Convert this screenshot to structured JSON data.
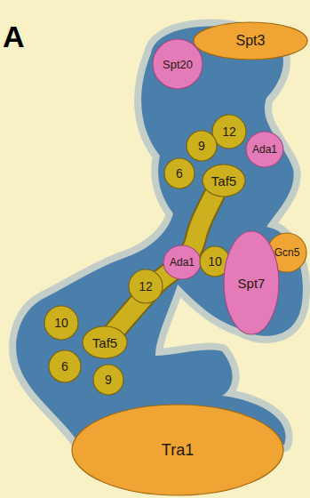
{
  "diagram": {
    "nodes": [
      {
        "text": [
          "Spt3"
        ]
      },
      {
        "text": [
          "Spt20"
        ]
      },
      {
        "text": [
          "12"
        ]
      },
      {
        "text": [
          "9"
        ]
      },
      {
        "text": [
          "Ada1"
        ]
      },
      {
        "text": [
          "6"
        ]
      },
      {
        "text": [
          "Taf5"
        ]
      },
      {
        "text": [
          "Ada1"
        ]
      },
      {
        "text": [
          "10"
        ]
      },
      {
        "text": [
          "Gcn5"
        ]
      },
      {
        "text": [
          "Spt7"
        ]
      },
      {
        "text": [
          "12"
        ]
      },
      {
        "text": [
          "10"
        ]
      },
      {
        "text": [
          "Taf5"
        ]
      },
      {
        "text": [
          "6"
        ]
      },
      {
        "text": [
          "9"
        ]
      },
      {
        "text": [
          "Tra1"
        ]
      }
    ],
    "labels": [
      "A"
    ]
  }
}
